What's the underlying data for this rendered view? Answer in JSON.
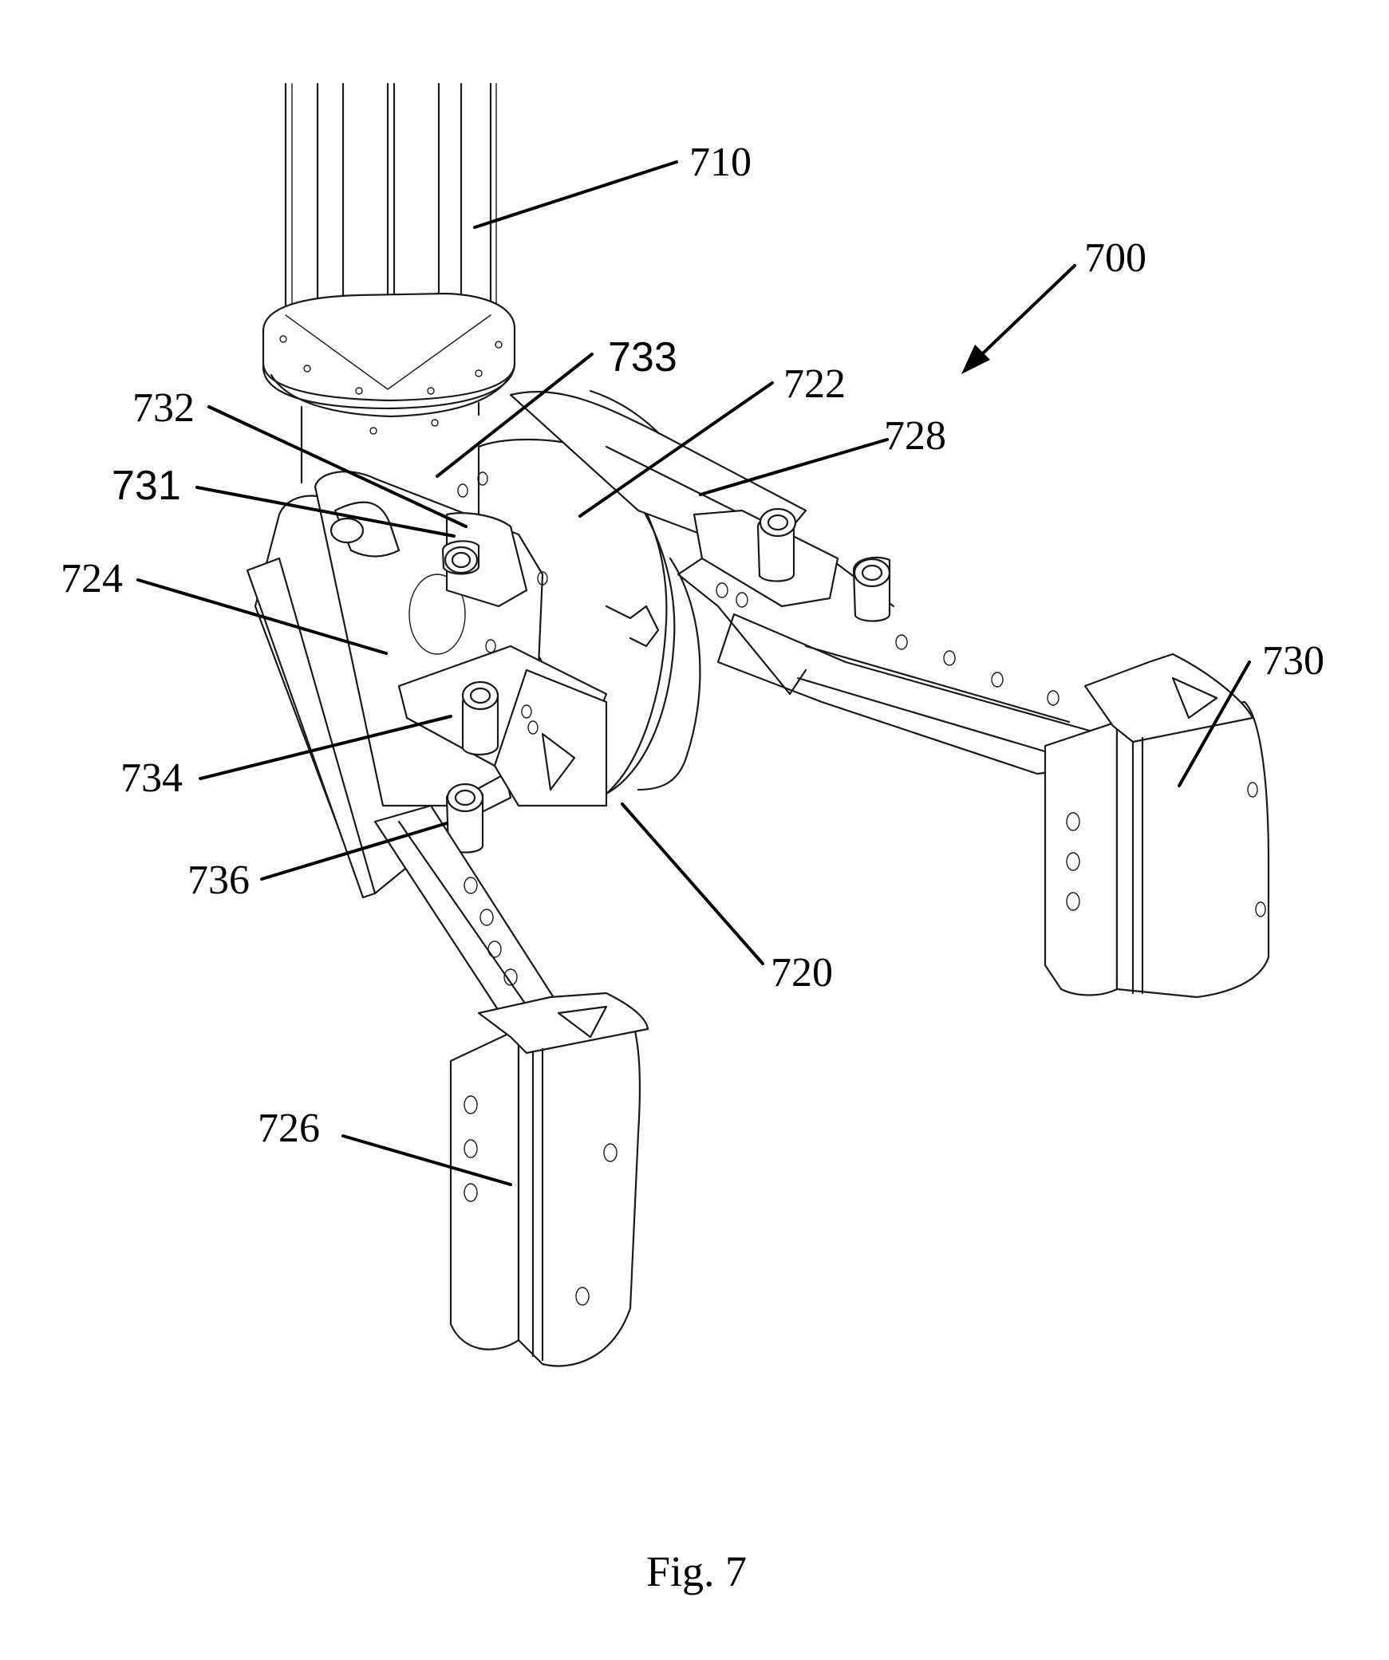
{
  "figure": {
    "caption": "Fig. 7",
    "reference_numerals": {
      "assembly": "700",
      "column": "710",
      "hub": "720",
      "disc": "722",
      "left_bracket": "724",
      "left_pad": "726",
      "right_arm": "728",
      "right_pad": "730",
      "pin_upper": "731",
      "plate": "732",
      "hole": "733",
      "pin_middle": "734",
      "pin_lower": "736"
    }
  }
}
